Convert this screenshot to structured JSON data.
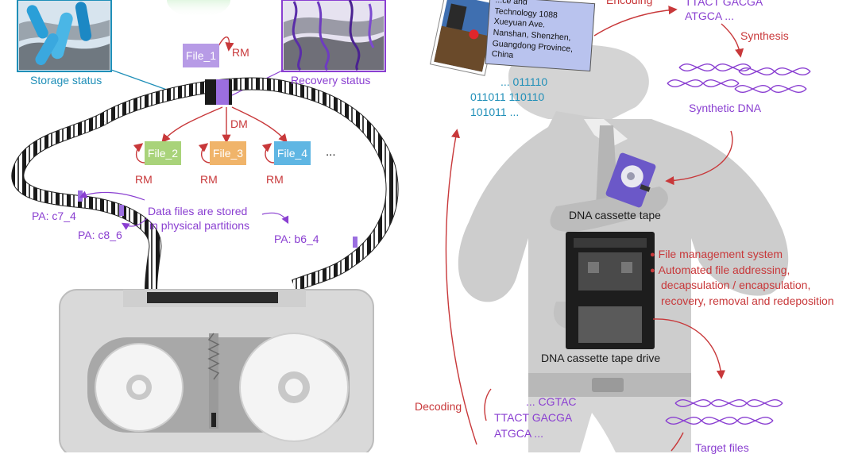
{
  "left": {
    "storage_status": "Storage status",
    "recovery_status": "Recovery status",
    "files": [
      {
        "label": "File_1",
        "color": "#b79be6"
      },
      {
        "label": "File_2",
        "color": "#a9d37a"
      },
      {
        "label": "File_3",
        "color": "#f0b46a"
      },
      {
        "label": "File_4",
        "color": "#5fb6e3"
      }
    ],
    "ellipsis": "...",
    "rm": "RM",
    "dm": "DM",
    "partition_note_1": "Data files are stored",
    "partition_note_2": "in physical partitions",
    "pa_c7": "PA: c7_4",
    "pa_c8": "PA: c8_6",
    "pa_b6": "PA: b6_4"
  },
  "right": {
    "encoding": "Encoding",
    "seq_top_1": "TTACT GACGA",
    "seq_top_2": "ATGCA ...",
    "synthesis": "Synthesis",
    "synthetic_dna": "Synthetic DNA",
    "address_lines": [
      "...ce and",
      "Technology 1088",
      "Xueyuan Ave.",
      "Nanshan, Shenzhen,",
      "Guangdong Province,",
      "China"
    ],
    "binary_1": "... 011110",
    "binary_2": "011011 110110",
    "binary_3": "101011 ...",
    "cassette_tape": "DNA cassette tape",
    "fms_1": "File management system",
    "fms_2": "Automated file addressing,",
    "fms_3": "decapsulation / encapsulation,",
    "fms_4": "recovery, removal and redeposition",
    "drive": "DNA cassette tape drive",
    "decoding": "Decoding",
    "seq_bot_1": "... CGTAC",
    "seq_bot_2": "TTACT GACGA",
    "seq_bot_3": "ATGCA ...",
    "target_files": "Target files"
  }
}
